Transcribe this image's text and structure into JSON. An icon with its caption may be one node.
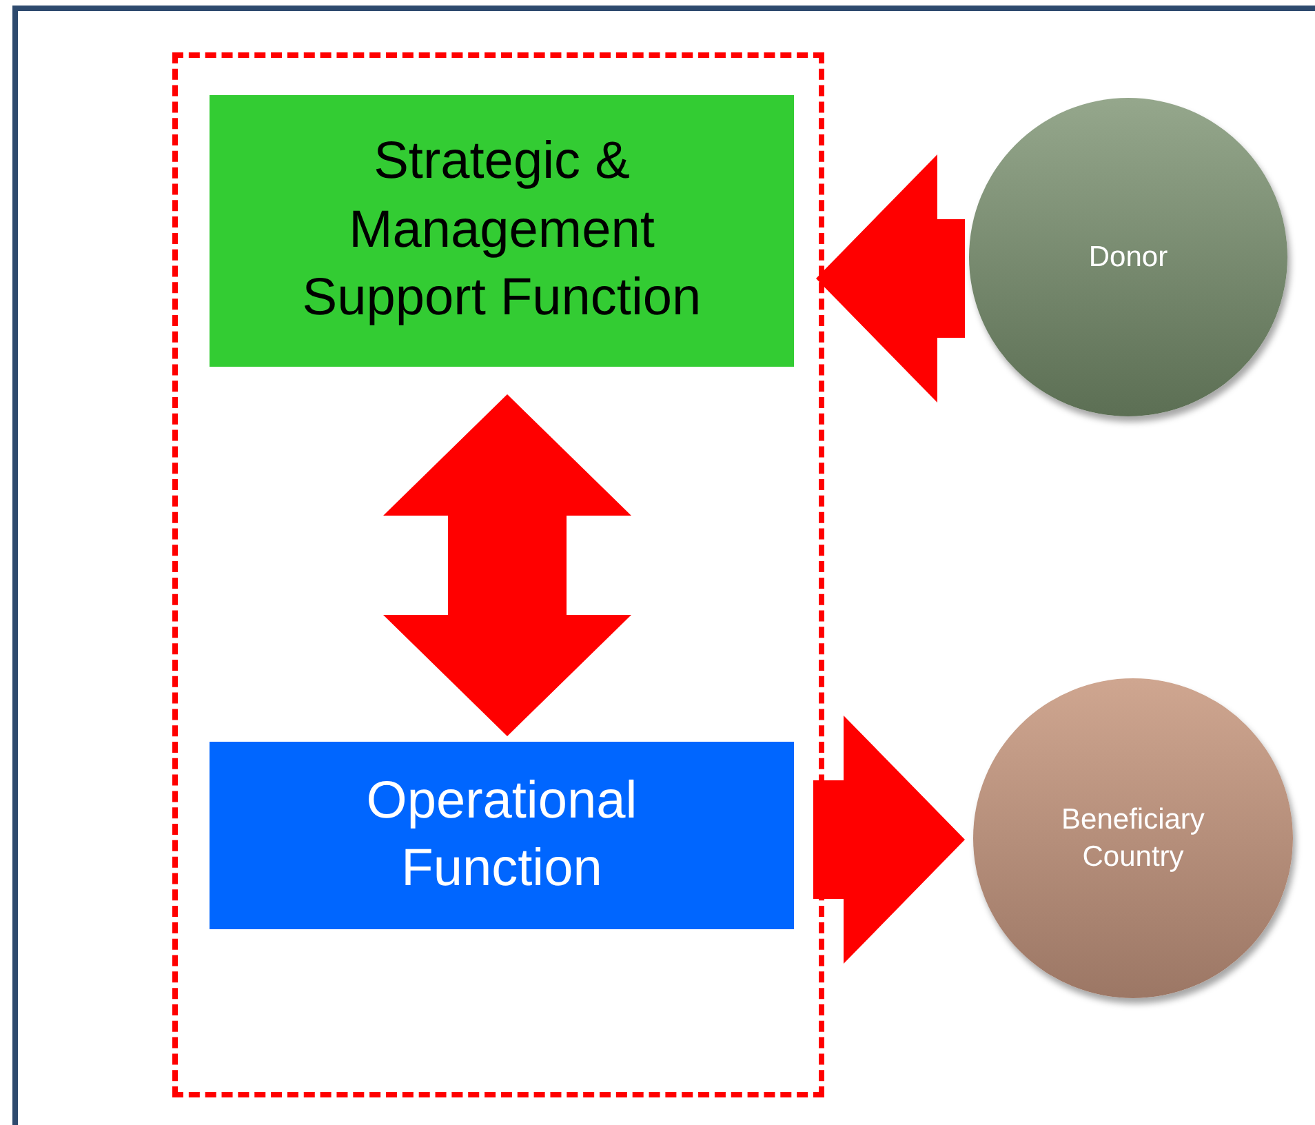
{
  "diagram": {
    "nodes": [
      {
        "text": [],
        "shape": "box"
      },
      {
        "text": [
          "Strategic & Management Support Function"
        ],
        "in": 0
      },
      {
        "text": [
          "Operational Function"
        ],
        "in": 0
      },
      {
        "text": [
          "Donor"
        ]
      },
      {
        "text": [
          "Beneficiary Country"
        ]
      }
    ],
    "edges": [
      {
        "from": 3,
        "to": 1,
        "arrow": "to"
      },
      {
        "from": 1,
        "to": 2,
        "arrow": "both"
      },
      {
        "from": 2,
        "to": 4,
        "arrow": "to"
      }
    ]
  }
}
